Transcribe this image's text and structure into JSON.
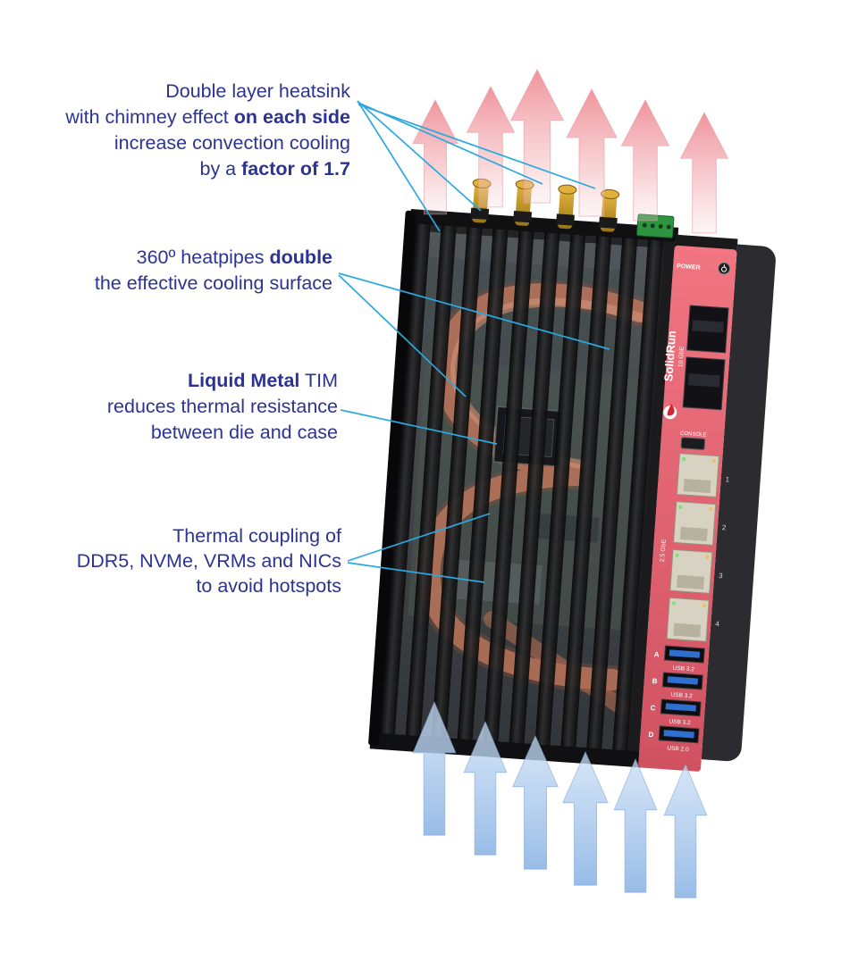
{
  "annotations": {
    "heatsink": {
      "line1": "Double layer heatsink",
      "line2_plain": "with chimney effect ",
      "line2_bold": "on each side",
      "line3": "increase convection cooling",
      "line4_plain": "by a ",
      "line4_bold": "factor of 1.7"
    },
    "heatpipes": {
      "line1_plain": "360º heatpipes ",
      "line1_bold": "double",
      "line2": "the effective cooling surface"
    },
    "liquid_metal": {
      "line1_bold": "Liquid Metal",
      "line1_plain": " TIM",
      "line2": "reduces thermal resistance",
      "line3": "between die and case"
    },
    "thermal_coupling": {
      "line1": "Thermal coupling of",
      "line2": "DDR5, NVMe, VRMs and NICs",
      "line3": "to avoid hotspots"
    }
  },
  "device": {
    "brand": "SolidRun",
    "panel": {
      "power_label": "POWER",
      "sfp_label": "10 GbE",
      "console_label": "CONSOLE",
      "ethernet_label": "2.5 GbE",
      "ethernet_port_numbers": [
        "1",
        "2",
        "3",
        "4"
      ],
      "usb_ports": [
        {
          "letter": "A",
          "label": "USB 3.2"
        },
        {
          "letter": "B",
          "label": "USB 3.2"
        },
        {
          "letter": "C",
          "label": "USB 3.2"
        },
        {
          "letter": "D",
          "label": "USB 2.0"
        }
      ]
    }
  },
  "colors": {
    "annotation_text": "#2d3390",
    "leader_line": "#2aa9e0",
    "panel_red": "#e8606f",
    "copper_heatpipe": "#c4795e",
    "hot_air_arrow": "#ee8a92",
    "cool_air_arrow": "#93b9e6",
    "gold_antenna": "#c9952c"
  }
}
